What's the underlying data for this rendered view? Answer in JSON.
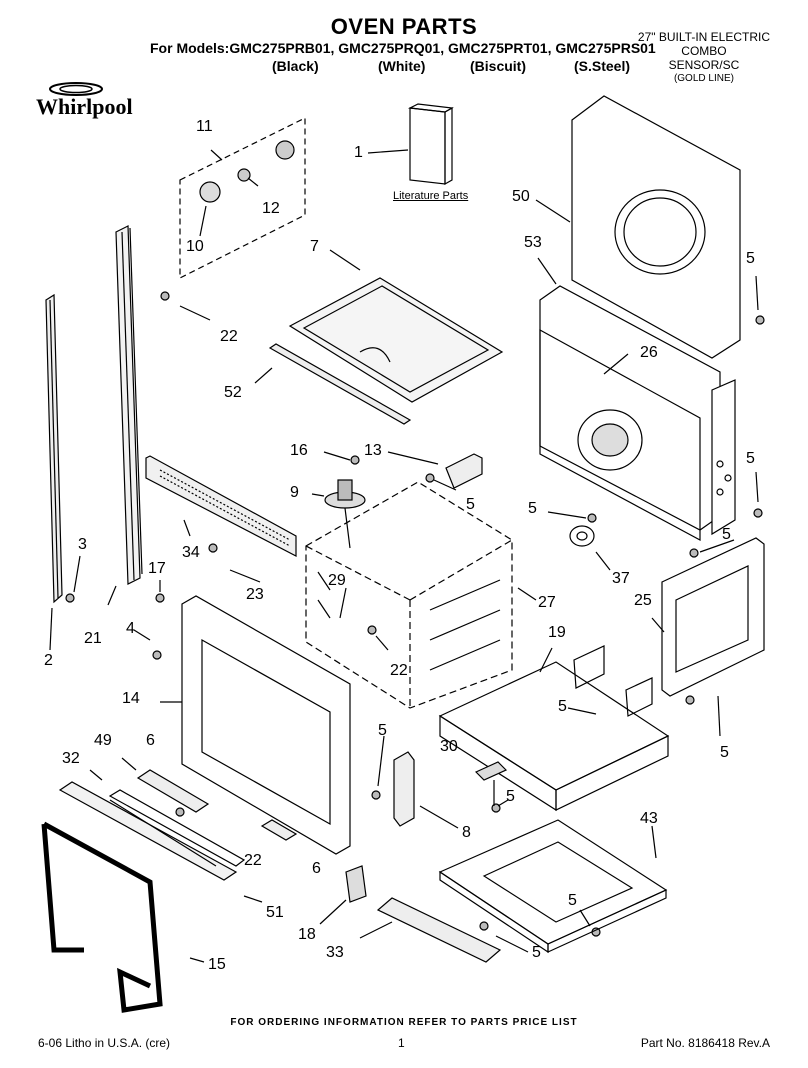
{
  "header": {
    "title": "OVEN PARTS",
    "models_line": "For Models:GMC275PRB01, GMC275PRQ01, GMC275PRT01, GMC275PRS01",
    "colors": [
      "(Black)",
      "(White)",
      "(Biscuit)",
      "(S.Steel)"
    ],
    "product_line1": "27\" BUILT-IN ELECTRIC",
    "product_line2": "COMBO",
    "product_line3": "SENSOR/SC",
    "product_line4": "(GOLD LINE)"
  },
  "brand": {
    "logo_text": "Whirlpool"
  },
  "literature_label": "Literature Parts",
  "callouts": [
    "1",
    "11",
    "12",
    "10",
    "22",
    "7",
    "52",
    "50",
    "53",
    "5",
    "26",
    "16",
    "13",
    "9",
    "5",
    "34",
    "23",
    "3",
    "17",
    "4",
    "2",
    "21",
    "29",
    "27",
    "5",
    "37",
    "25",
    "19",
    "14",
    "22",
    "5",
    "49",
    "6",
    "32",
    "30",
    "5",
    "8",
    "22",
    "6",
    "51",
    "43",
    "18",
    "33",
    "5",
    "15",
    "5",
    "5",
    "5",
    "5"
  ],
  "footer": {
    "ordering_note": "FOR ORDERING INFORMATION REFER TO PARTS PRICE LIST",
    "left": "6-06 Litho in U.S.A. (cre)",
    "page": "1",
    "part_no": "Part No. 8186418 Rev.A"
  }
}
